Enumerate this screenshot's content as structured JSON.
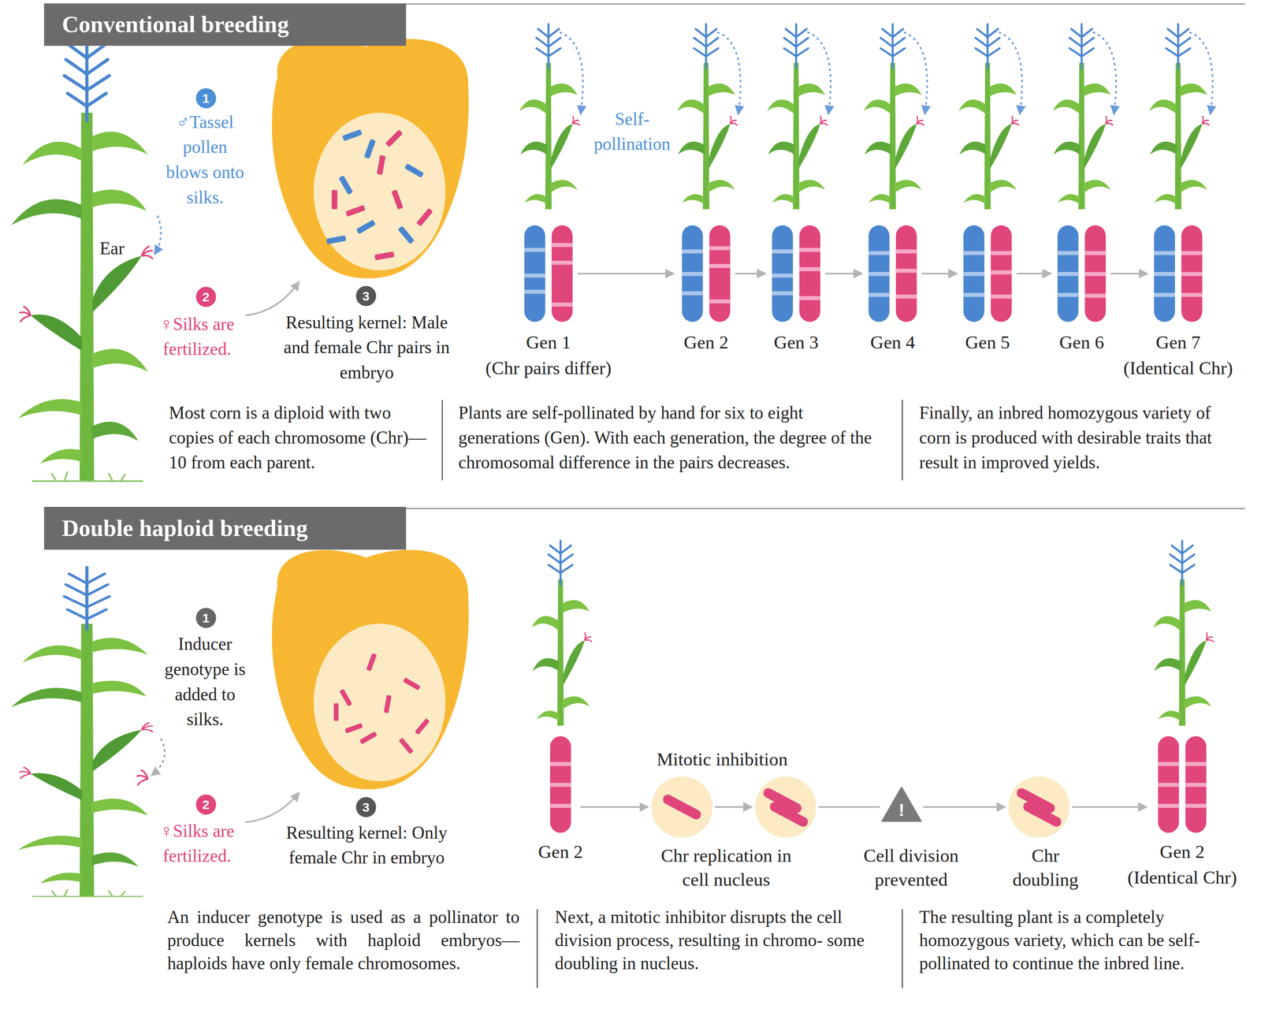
{
  "diagram": {
    "nodes": [
      {
        "text": [
          "Conventional breeding"
        ]
      },
      {
        "text": [
          "1"
        ]
      },
      {
        "text": [
          "2"
        ]
      },
      {
        "text": [
          "3"
        ]
      },
      {
        "text": [
          "Double haploid breeding"
        ]
      },
      {
        "text": [
          "1"
        ]
      },
      {
        "text": [
          "2"
        ]
      },
      {
        "text": [
          "3"
        ]
      },
      {
        "text": [
          "!"
        ]
      }
    ],
    "labels": [
      "♂Tassel pollen blows onto silks.",
      "Ear",
      "♀Silks are fertilized.",
      "Resulting kernel: Male and female Chr pairs in embryo",
      "Self- pollination",
      "Gen 1",
      "(Chr pairs differ)",
      "Gen 2",
      "Gen 3",
      "Gen 4",
      "Gen 5",
      "Gen 6",
      "Gen 7",
      "(Identical Chr)",
      "Most corn is a diploid with two copies of each chromosome (Chr)—10 from each parent.",
      "Plants are self-pollinated by hand for six to eight generations (Gen). With each generation, the degree of the chromosomal difference in the pairs decreases.",
      "Finally, an inbred homozygous variety of corn is produced with desirable traits that result in improved yields.",
      "Inducer genotype is added to silks.",
      "♀Silks are fertilized.",
      "Resulting kernel: Only female Chr in embryo",
      "Gen 2",
      "Mitotic inhibition",
      "Chr replication in cell nucleus",
      "Cell division prevented",
      "Chr doubling",
      "Gen 2",
      "(Identical Chr)",
      "An inducer genotype is used as a pollinator to produce kernels with haploid embryos— haploids have only female chromosomes.",
      "Next, a mitotic inhibitor disrupts the cell division process, resulting in chromo- some doubling in nucleus.",
      "The resulting plant is a completely homozygous variety, which can be self- pollinated to continue the inbred line."
    ]
  }
}
